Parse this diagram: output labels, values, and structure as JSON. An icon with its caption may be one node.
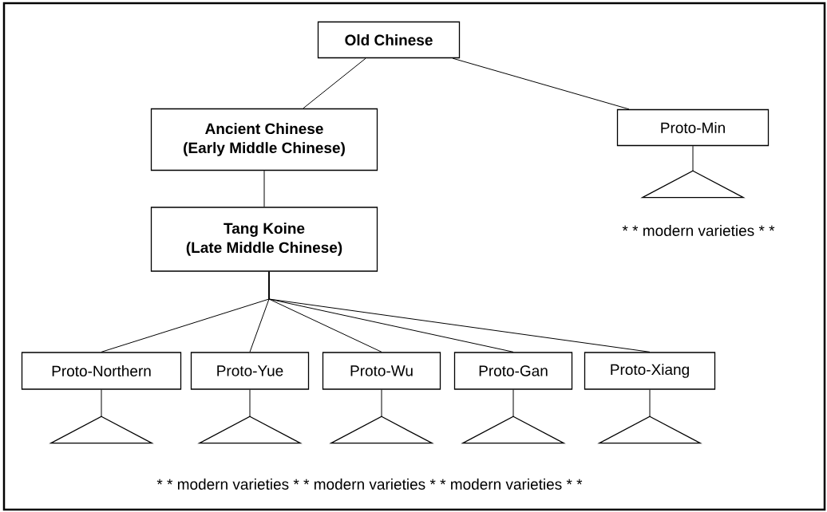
{
  "diagram": {
    "nodes": [
      {
        "text": [
          "Old Chinese"
        ]
      },
      {
        "text": [
          "Ancient Chinese",
          "(Early Middle Chinese)"
        ]
      },
      {
        "text": [
          "Proto-Min"
        ]
      },
      {
        "text": [
          "Tang Koine",
          "(Late Middle Chinese)"
        ]
      },
      {
        "text": [
          "Proto-Northern"
        ]
      },
      {
        "text": [
          "Proto-Yue"
        ]
      },
      {
        "text": [
          "Proto-Wu"
        ]
      },
      {
        "text": [
          "Proto-Gan"
        ]
      },
      {
        "text": [
          "Proto-Xiang"
        ]
      },
      {
        "text": [],
        "shape": "triangle"
      },
      {
        "text": [],
        "shape": "triangle"
      },
      {
        "text": [],
        "shape": "triangle"
      },
      {
        "text": [],
        "shape": "triangle"
      },
      {
        "text": [],
        "shape": "triangle"
      },
      {
        "text": [],
        "shape": "triangle"
      }
    ],
    "edges": [
      {
        "from": 0,
        "to": 1,
        "arrow": "none"
      },
      {
        "from": 0,
        "to": 2,
        "arrow": "none"
      },
      {
        "from": 1,
        "to": 3,
        "arrow": "none"
      },
      {
        "from": 3,
        "to": 4,
        "arrow": "none"
      },
      {
        "from": 3,
        "to": 5,
        "arrow": "none"
      },
      {
        "from": 3,
        "to": 6,
        "arrow": "none"
      },
      {
        "from": 3,
        "to": 7,
        "arrow": "none"
      },
      {
        "from": 3,
        "to": 8,
        "arrow": "none"
      },
      {
        "from": 2,
        "to": 9,
        "arrow": "none"
      },
      {
        "from": 4,
        "to": 10,
        "arrow": "none"
      },
      {
        "from": 5,
        "to": 11,
        "arrow": "none"
      },
      {
        "from": 6,
        "to": 12,
        "arrow": "none"
      },
      {
        "from": 7,
        "to": 13,
        "arrow": "none"
      },
      {
        "from": 8,
        "to": 14,
        "arrow": "none"
      }
    ],
    "labels": [
      "* * modern varieties * *",
      "* * modern varieties * * modern varieties * * modern varieties * *"
    ]
  }
}
